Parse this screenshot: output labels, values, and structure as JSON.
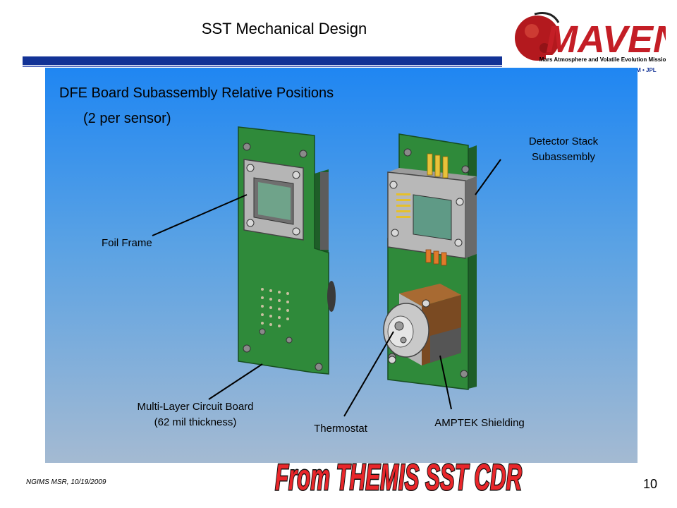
{
  "slide": {
    "title": "SST Mechanical Design",
    "heading": "DFE Board Subassembly Relative Positions",
    "subheading": "(2 per sensor)"
  },
  "labels": {
    "detector_stack_line1": "Detector Stack",
    "detector_stack_line2": "Subassembly",
    "foil_frame": "Foil Frame",
    "circuit_board_line1": "Multi-Layer Circuit Board",
    "circuit_board_line2": "(62 mil thickness)",
    "thermostat": "Thermostat",
    "amptek": "AMPTEK Shielding"
  },
  "logo": {
    "name": "MAVEN",
    "tagline": "Mars Atmosphere and Volatile Evolution Mission",
    "partners": "CU/LASP • GSFC • UCB/SSL • LM • JPL"
  },
  "footer": {
    "left": "NGIMS MSR, 10/19/2009",
    "page": "10"
  },
  "stamp": {
    "text": "From THEMIS SST CDR"
  },
  "colors": {
    "rule": "#123296",
    "panel_top": "#1f86f2",
    "panel_bottom": "#a4bad2",
    "logo_red": "#c41e26",
    "board_green": "#2f8a3a",
    "stamp_red": "#e8262a"
  }
}
